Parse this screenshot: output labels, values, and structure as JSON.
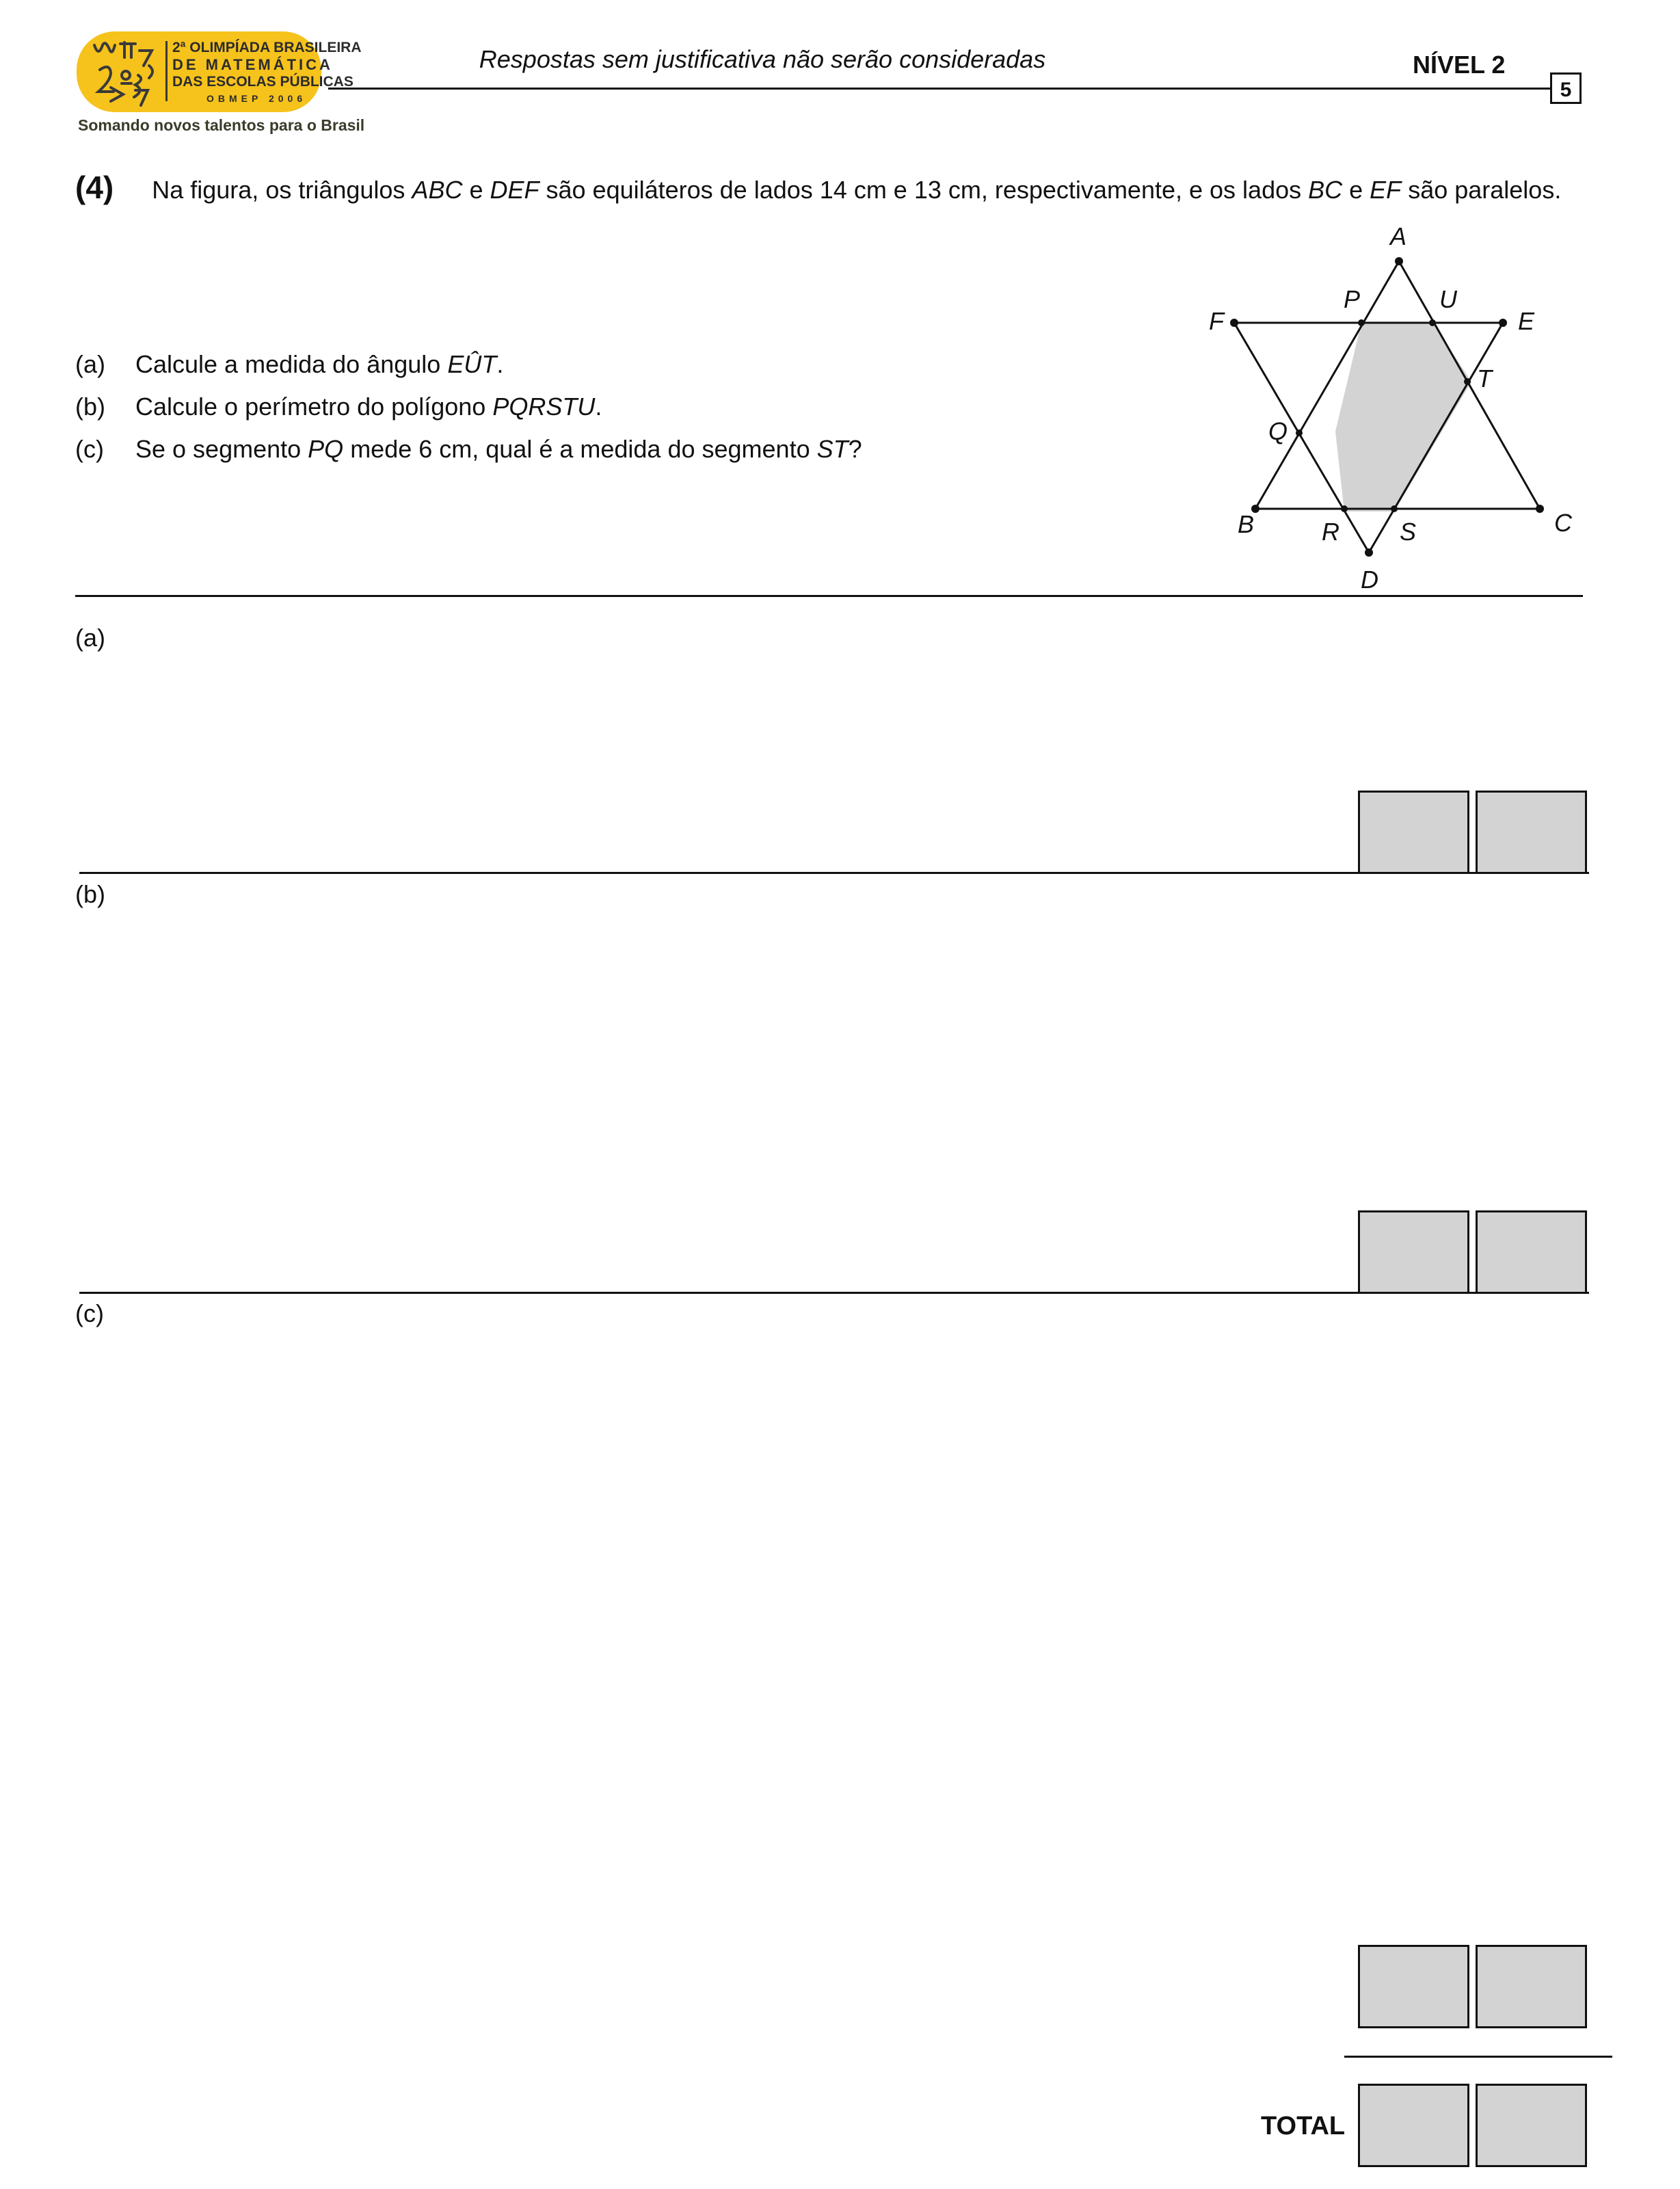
{
  "logo": {
    "line1": "2ª OLIMPÍADA BRASILEIRA",
    "line2": "DE MATEMÁTICA",
    "line3": "DAS ESCOLAS PÚBLICAS",
    "line4": "OBMEP 2006",
    "tagline": "Somando novos talentos para o Brasil",
    "color": "#f6c21c"
  },
  "header": {
    "note": "Respostas sem justificativa não serão consideradas",
    "level": "NÍVEL 2",
    "page_number": "5"
  },
  "problem": {
    "number": "(4)",
    "t1": "Na figura, os triângulos ",
    "abc": "ABC",
    "t2": " e ",
    "def": "DEF",
    "t3": " são equiláteros de lados 14 cm e 13 cm, respectivamente, e os lados ",
    "bc": "BC",
    "t4": " e ",
    "ef": "EF",
    "t5": " são paralelos."
  },
  "items": [
    {
      "label": "(a)",
      "text": "Calcule a medida do ângulo ",
      "math": "EÛT",
      "end": "."
    },
    {
      "label": "(b)",
      "text": "Calcule o perímetro do polígono ",
      "math": "PQRSTU",
      "end": "."
    },
    {
      "label": "(c)",
      "text": "Se o segmento ",
      "math": "PQ",
      "text2": " mede 6 cm, qual é a medida do segmento ",
      "math2": "ST",
      "end": "?"
    }
  ],
  "figure": {
    "points": {
      "A": "A",
      "B": "B",
      "C": "C",
      "D": "D",
      "E": "E",
      "F": "F",
      "P": "P",
      "Q": "Q",
      "R": "R",
      "S": "S",
      "T": "T",
      "U": "U"
    },
    "shade_color": "#d3d3d3"
  },
  "answers": {
    "a_label": "(a)",
    "b_label": "(b)",
    "c_label": "(c)",
    "total_label": "TOTAL"
  },
  "score_box_color": "#d3d3d3"
}
